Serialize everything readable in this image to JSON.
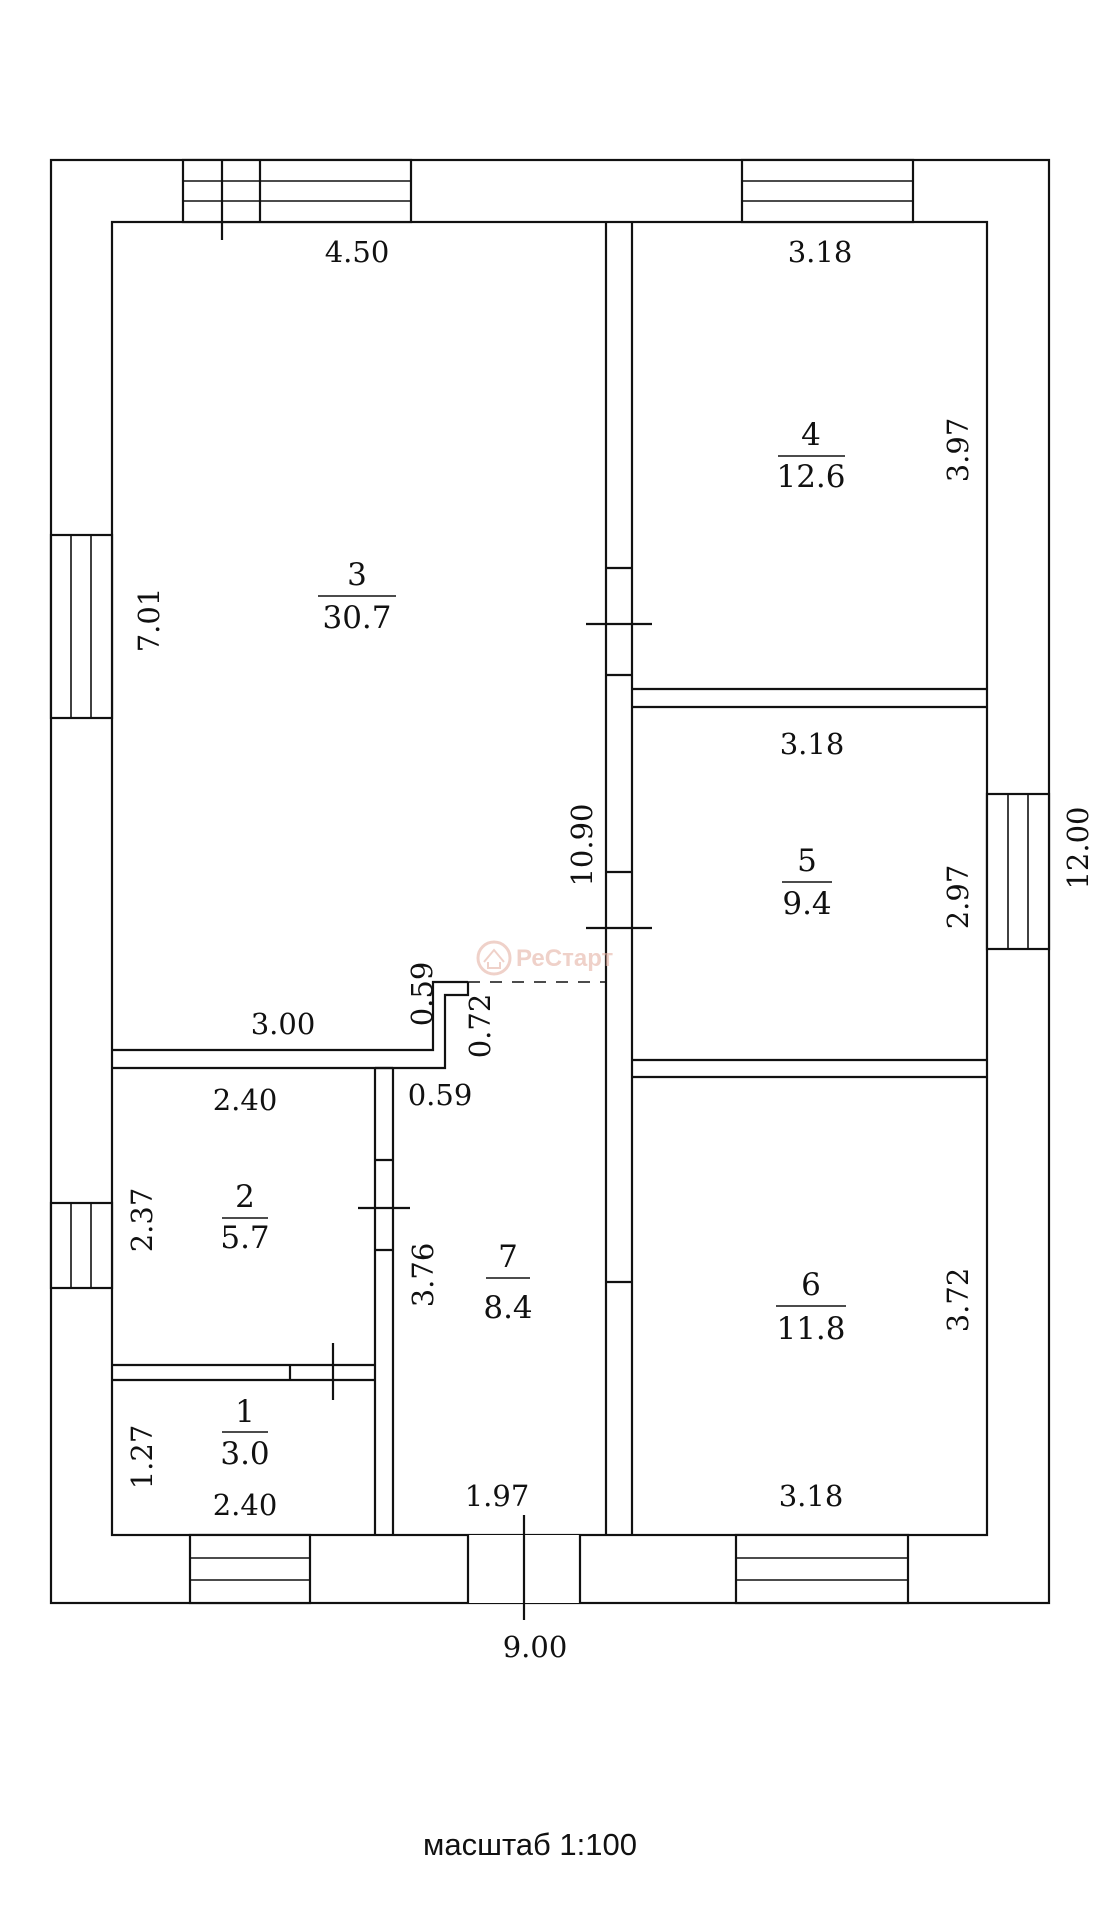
{
  "rooms": [
    {
      "number": "1",
      "area": "3.0"
    },
    {
      "number": "2",
      "area": "5.7"
    },
    {
      "number": "3",
      "area": "30.7"
    },
    {
      "number": "4",
      "area": "12.6"
    },
    {
      "number": "5",
      "area": "9.4"
    },
    {
      "number": "6",
      "area": "11.8"
    },
    {
      "number": "7",
      "area": "8.4"
    }
  ],
  "dimensions": {
    "room3_top": "4.50",
    "room3_left": "7.01",
    "room3_bottom": "3.00",
    "corridor_width": "10.90",
    "step_a": "0.59",
    "step_b": "0.72",
    "step_c": "0.59",
    "room4_top": "3.18",
    "room4_right": "3.97",
    "room5_top": "3.18",
    "room5_right": "2.97",
    "room6_right": "3.72",
    "room6_bottom": "3.18",
    "room2_top": "2.40",
    "room2_left": "2.37",
    "room1_left": "1.27",
    "room1_bottom": "2.40",
    "room7_left": "3.76",
    "room7_bottom": "1.97",
    "outer_width": "9.00",
    "outer_height": "12.00"
  },
  "scale_label": "масштаб 1:100",
  "watermark": "РеСтарт"
}
